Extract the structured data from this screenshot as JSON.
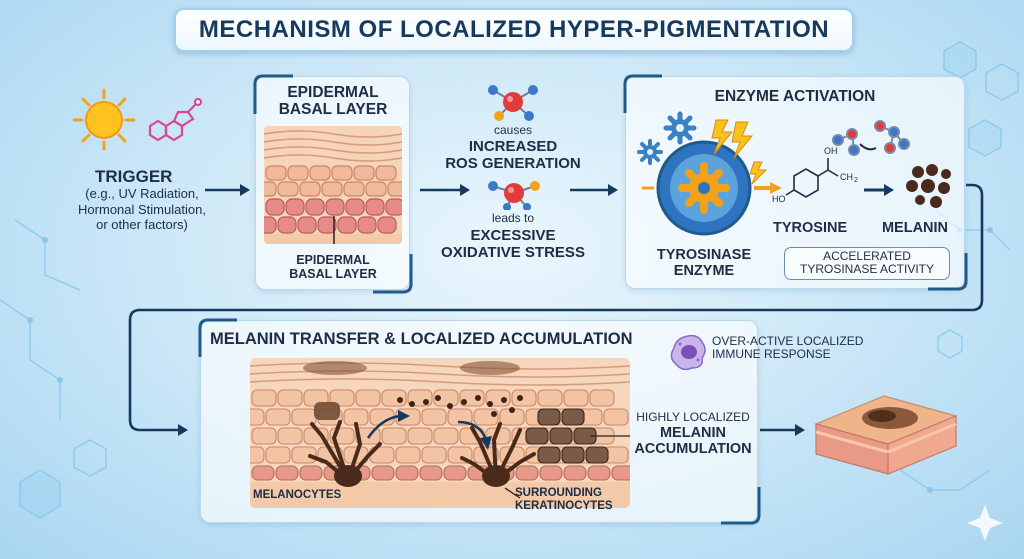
{
  "title": "MECHANISM OF LOCALIZED HYPER-PIGMENTATION",
  "trigger": {
    "heading": "TRIGGER",
    "detail": [
      "(e.g., UV Radiation,",
      "Hormonal Stimulation,",
      "or other factors)"
    ]
  },
  "basal": {
    "heading": [
      "EPIDERMAL",
      "BASAL LAYER"
    ],
    "label": [
      "EPIDERMAL",
      "BASAL LAYER"
    ]
  },
  "ros": {
    "causes": "causes",
    "increased": [
      "INCREASED",
      "ROS GENERATION"
    ],
    "leads_to": "leads to",
    "stress": [
      "EXCESSIVE",
      "OXIDATIVE STRESS"
    ]
  },
  "enzyme": {
    "heading": "ENZYME ACTIVATION",
    "enzyme_label": [
      "TYROSINASE",
      "ENZYME"
    ],
    "tyrosine": "TYROSINE",
    "melanin": "MELANIN",
    "accelerated": [
      "ACCELERATED",
      "TYROSINASE ACTIVITY"
    ],
    "formula_oh_top": "OH",
    "formula_ho": "HO",
    "formula_ch2": "CH",
    "formula_sub": "2"
  },
  "transfer": {
    "heading": "MELANIN TRANSFER & LOCALIZED ACCUMULATION",
    "immune": [
      "OVER-ACTIVE LOCALIZED",
      "IMMUNE RESPONSE"
    ],
    "localized": "HIGHLY LOCALIZED",
    "accumulation": [
      "MELANIN",
      "ACCUMULATION"
    ],
    "melanocytes": "MELANOCYTES",
    "keratinocytes": [
      "SURROUNDING",
      "KERATINOCYTES"
    ]
  },
  "colors": {
    "navy": "#163a5e",
    "panel_accent": "#1f5a8a",
    "skin": "#f3c9a8",
    "melanin": "#4a2a1a"
  }
}
